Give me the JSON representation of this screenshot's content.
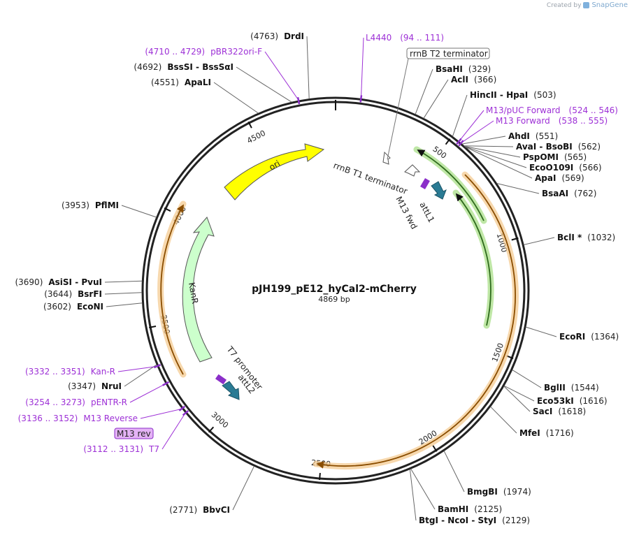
{
  "credit": {
    "prefix": "Created by",
    "brand": "SnapGene"
  },
  "map": {
    "name": "pJH199_pE12_hyCal2-mCherry",
    "length_label": "4869 bp"
  },
  "ticks": [
    "500",
    "1000",
    "1500",
    "2000",
    "2500",
    "3000",
    "3500",
    "4000",
    "4500"
  ],
  "features": {
    "ori": "ori",
    "kanr": "KanR",
    "rrnb_t1": "rrnB T1 terminator",
    "rrnb_t2": "rrnB T2 terminator",
    "attl1": "attL1",
    "m13fwd": "M13 fwd",
    "t7promoter": "T7 promoter",
    "attl2": "attL2",
    "m13rev": "M13 rev"
  },
  "enzymes_right": [
    {
      "name": "BsaHI",
      "pos": "(329)"
    },
    {
      "name": "AclI",
      "pos": "(366)"
    },
    {
      "name": "HincII  - HpaI",
      "pos": "(503)"
    },
    {
      "name": "AhdI",
      "pos": "(551)"
    },
    {
      "name": "AvaI  - BsoBI",
      "pos": "(562)"
    },
    {
      "name": "PspOMI",
      "pos": "(565)"
    },
    {
      "name": "EcoO109I",
      "pos": "(566)"
    },
    {
      "name": "ApaI",
      "pos": "(569)"
    },
    {
      "name": "BsaAI",
      "pos": "(762)"
    },
    {
      "name": "BclI *",
      "pos": "(1032)"
    },
    {
      "name": "EcoRI",
      "pos": "(1364)"
    },
    {
      "name": "BglII",
      "pos": "(1544)"
    },
    {
      "name": "Eco53kI",
      "pos": "(1616)"
    },
    {
      "name": "SacI",
      "pos": "(1618)"
    },
    {
      "name": "MfeI",
      "pos": "(1716)"
    },
    {
      "name": "BmgBI",
      "pos": "(1974)"
    },
    {
      "name": "BamHI",
      "pos": "(2125)"
    },
    {
      "name": "BtgI  - NcoI  - StyI",
      "pos": "(2129)"
    }
  ],
  "enzymes_left": [
    {
      "name": "DrdI",
      "pos": "(4763)"
    },
    {
      "name": "BssSI  - BssSαI",
      "pos": "(4692)"
    },
    {
      "name": "ApaLI",
      "pos": "(4551)"
    },
    {
      "name": "PflMI",
      "pos": "(3953)"
    },
    {
      "name": "AsiSI  - PvuI",
      "pos": "(3690)"
    },
    {
      "name": "BsrFI",
      "pos": "(3644)"
    },
    {
      "name": "EcoNI",
      "pos": "(3602)"
    },
    {
      "name": "NruI",
      "pos": "(3347)"
    },
    {
      "name": "BbvCI",
      "pos": "(2771)"
    }
  ],
  "primers": [
    {
      "name": "L4440",
      "range": "(94 .. 111)"
    },
    {
      "name": "pBR322ori-F",
      "range": "(4710 .. 4729)"
    },
    {
      "name": "M13/pUC Forward",
      "range": "(524 .. 546)"
    },
    {
      "name": "M13 Forward",
      "range": "(538 .. 555)"
    },
    {
      "name": "Kan-R",
      "range": "(3332 .. 3351)"
    },
    {
      "name": "pENTR-R",
      "range": "(3254 .. 3273)"
    },
    {
      "name": "M13 Reverse",
      "range": "(3136 .. 3152)"
    },
    {
      "name": "T7",
      "range": "(3112 .. 3131)"
    }
  ],
  "colors": {
    "backbone": "#222222",
    "primer": "#9d30d6",
    "ori": "#ffff00",
    "kanr": "#ccffcc",
    "orf": "#e6a64a",
    "green_arrow": "#3c9b2d",
    "attl": "#2a7b94"
  }
}
